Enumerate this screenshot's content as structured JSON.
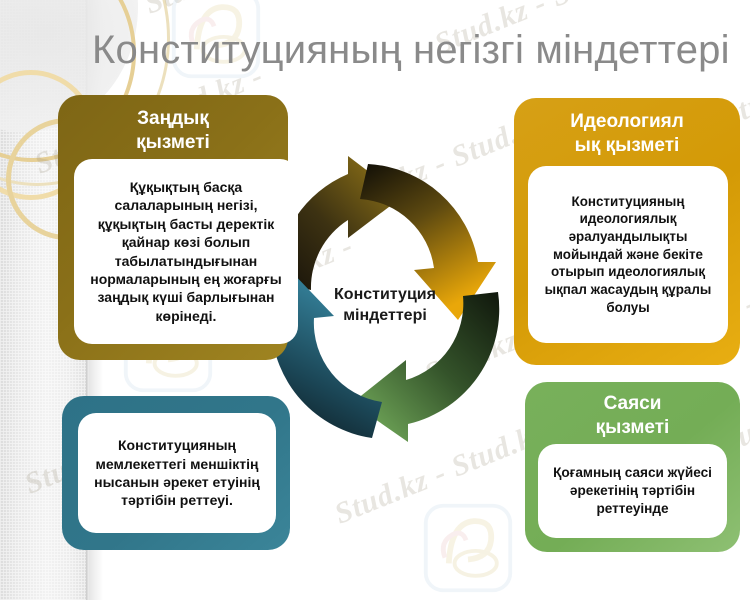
{
  "slide": {
    "title": "Конституцияның негізгі міндеттері",
    "background_color": "#ffffff",
    "title_color": "#8a8a8a"
  },
  "center": {
    "label_line1": "Конституция",
    "label_line2": "міндеттері"
  },
  "boxes": {
    "legal": {
      "header_line1": "Заңдық",
      "header_line2": "қызметі",
      "body": "Құқықтың басқа салаларының негізі, құқықтың басты деректік қайнар көзі болып табылатындығынан нормаларының ең жоғарғы заңдық күші барлығынан көрінеді.",
      "color": "#806816"
    },
    "ideology": {
      "header_line1": "Идеологиял",
      "header_line2": "ық қызметі",
      "body": "Конституцияның идеологиялық әралуандылықты мойындай және бекіте отырып идеологиялық ықпал жасаудың құралы болуы",
      "color": "#d19a06"
    },
    "political": {
      "header_line1": "Саяси",
      "header_line2": "қызметі",
      "body": "Қоғамның саяси жүйесі әрекетінің тәртібін реттеуінде",
      "color": "#74ad56"
    },
    "property": {
      "header_line1": "",
      "header_line2": "",
      "body": "Конституцияның мемлекеттегі меншіктің нысанын әрекет етуінің тәртібін реттеуі.",
      "color": "#31768a"
    }
  },
  "arrows": {
    "top": {
      "name": "arrow-top-right",
      "from": "#1a1509",
      "to": "#9c7d18"
    },
    "right": {
      "name": "arrow-right-down",
      "from": "#121008",
      "to": "#e3a30a"
    },
    "bottom": {
      "name": "arrow-bottom-left",
      "from": "#13190e",
      "to": "#6fae55"
    },
    "left": {
      "name": "arrow-left-up",
      "from": "#0c1418",
      "to": "#2f7c95"
    }
  },
  "watermark": {
    "text": "Stud.kz - Stud.kz - ",
    "opacity": "0.22"
  }
}
